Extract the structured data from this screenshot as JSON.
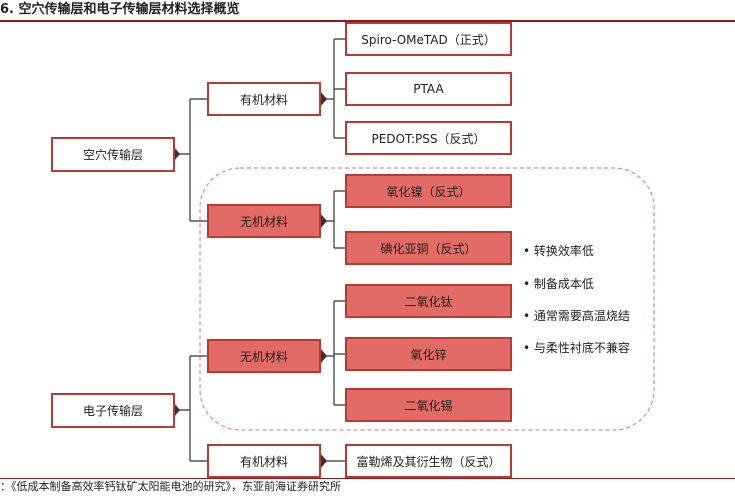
{
  "title": "6. 空穴传输层和电子传输层材料选择概览",
  "footer": "：《低成本制备高效率钙钛矿太阳能电池的研究》，东亚前海证券研究所",
  "nodes": {
    "htl": "空穴传输层",
    "etl": "电子传输层",
    "htl_organic": "有机材料",
    "htl_inorganic": "无机材料",
    "etl_inorganic": "无机材料",
    "etl_organic": "有机材料",
    "spiro": "Spiro-OMeTAD（正式）",
    "ptaa": "PTAA",
    "pedot": "PEDOT:PSS（反式）",
    "nio": "氧化镍（反式）",
    "cui": "碘化亚铜（反式）",
    "tio2": "二氧化钛",
    "zno": "氧化锌",
    "sno2": "二氧化锡",
    "fullerene": "富勒烯及其衍生物（反式）"
  },
  "notes": [
    "• 转换效率低",
    "• 制备成本低",
    "• 通常需要高温烧结",
    "• 与柔性衬底不兼容"
  ],
  "colors": {
    "border": "#b83a35",
    "fill": "#e36b66",
    "dashed": "#e08a86"
  }
}
